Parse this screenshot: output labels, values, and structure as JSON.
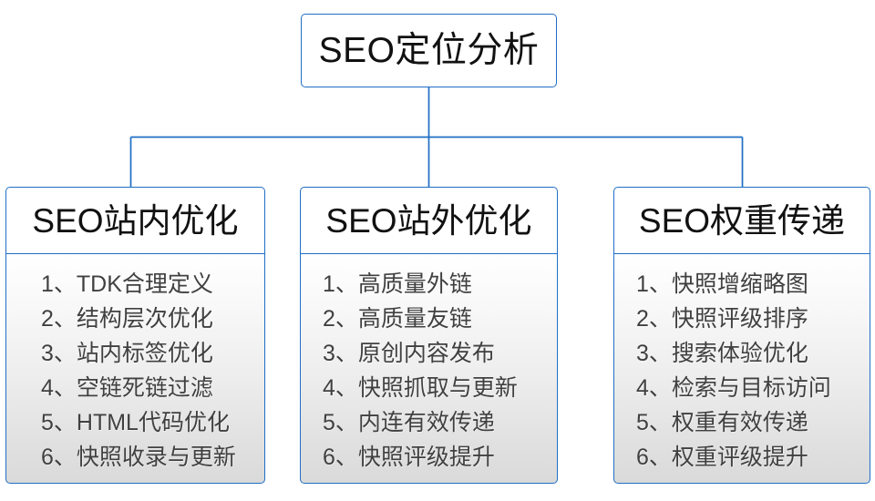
{
  "diagram": {
    "type": "org-tree",
    "accent_color": "#1f6fc4",
    "text_color": "#111111",
    "list_text_color": "#404040",
    "background_color": "#ffffff",
    "root": {
      "title": "SEO定位分析"
    },
    "branches": [
      {
        "title": "SEO站内优化",
        "items": [
          "1、TDK合理定义",
          "2、结构层次优化",
          "3、站内标签优化",
          "4、空链死链过滤",
          "5、HTML代码优化",
          "6、快照收录与更新"
        ]
      },
      {
        "title": "SEO站外优化",
        "items": [
          "1、高质量外链",
          "2、高质量友链",
          "3、原创内容发布",
          "4、快照抓取与更新",
          "5、内连有效传递",
          "6、快照评级提升"
        ]
      },
      {
        "title": "SEO权重传递",
        "items": [
          "1、快照增缩略图",
          "2、快照评级排序",
          "3、搜索体验优化",
          "4、检索与目标访问",
          "5、权重有效传递",
          "6、权重评级提升"
        ]
      }
    ]
  }
}
